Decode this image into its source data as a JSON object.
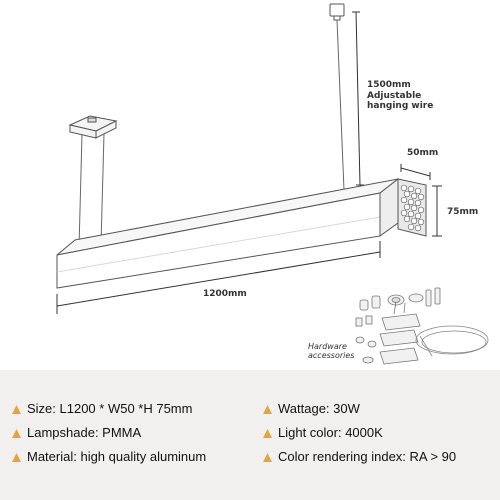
{
  "annotations": {
    "wire_length": "1500mm",
    "wire_line1": "Adjustable",
    "wire_line2": "hanging wire",
    "width": "50mm",
    "height": "75mm",
    "length": "1200mm",
    "hardware_line1": "Hardware",
    "hardware_line2": "accessories"
  },
  "specs": {
    "left": [
      "Size: L1200 * W50 *H 75mm",
      "Lampshade: PMMA",
      "Material: high quality aluminum"
    ],
    "right": [
      "Wattage: 30W",
      "Light color: 4000K",
      "Color rendering index: RA > 90"
    ]
  },
  "colors": {
    "bullet": "#e8a33a",
    "spec_band": "#f1f0ef",
    "line_art": "#555555"
  },
  "icons": {
    "bullet": "triangle-bullet-icon"
  }
}
